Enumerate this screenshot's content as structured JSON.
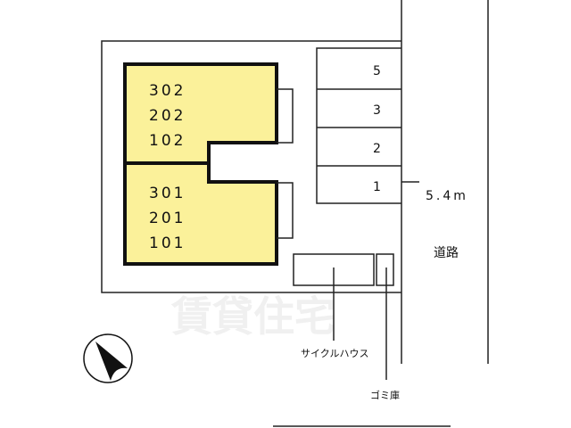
{
  "colors": {
    "building_fill": "#fbf19a",
    "line": "#222222"
  },
  "units": {
    "upper": [
      "302",
      "202",
      "102"
    ],
    "lower": [
      "301",
      "201",
      "101"
    ]
  },
  "parking": [
    "5",
    "3",
    "2",
    "1"
  ],
  "road": {
    "width": "5.4m",
    "label": "道路"
  },
  "facilities": {
    "cycle_house": "サイクルハウス",
    "garbage": "ゴミ庫"
  },
  "watermark": "賃貸住宅",
  "compass_icon": "north-arrow-icon"
}
